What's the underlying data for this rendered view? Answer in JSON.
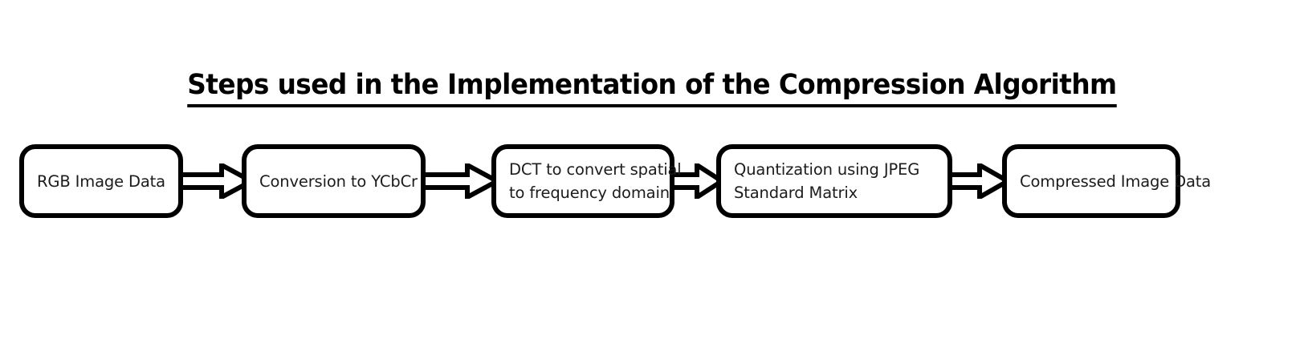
{
  "page": {
    "background_color": "#ffffff",
    "title": "Steps used in the Implementation of the Compression Algorithm"
  },
  "diagram": {
    "type": "flowchart",
    "orientation": "left-to-right",
    "shape": "rounded-rectangle",
    "border_color": "#000000",
    "fill_color": "#ffffff",
    "text_color": "#1c1c1c",
    "arrow_style": "hollow-block-arrow",
    "nodes": [
      {
        "id": "rgb-image-data",
        "label": "RGB Image Data"
      },
      {
        "id": "conversion-ycbcr",
        "label": "Conversion to YCbCr"
      },
      {
        "id": "dct-transform",
        "label": "DCT to convert spatial\nto frequency domain"
      },
      {
        "id": "quantization-jpeg",
        "label": "Quantization using JPEG\nStandard Matrix"
      },
      {
        "id": "compressed-image",
        "label": "Compressed Image Data"
      }
    ],
    "edges": [
      {
        "from": "rgb-image-data",
        "to": "conversion-ycbcr"
      },
      {
        "from": "conversion-ycbcr",
        "to": "dct-transform"
      },
      {
        "from": "dct-transform",
        "to": "quantization-jpeg"
      },
      {
        "from": "quantization-jpeg",
        "to": "compressed-image"
      }
    ]
  }
}
